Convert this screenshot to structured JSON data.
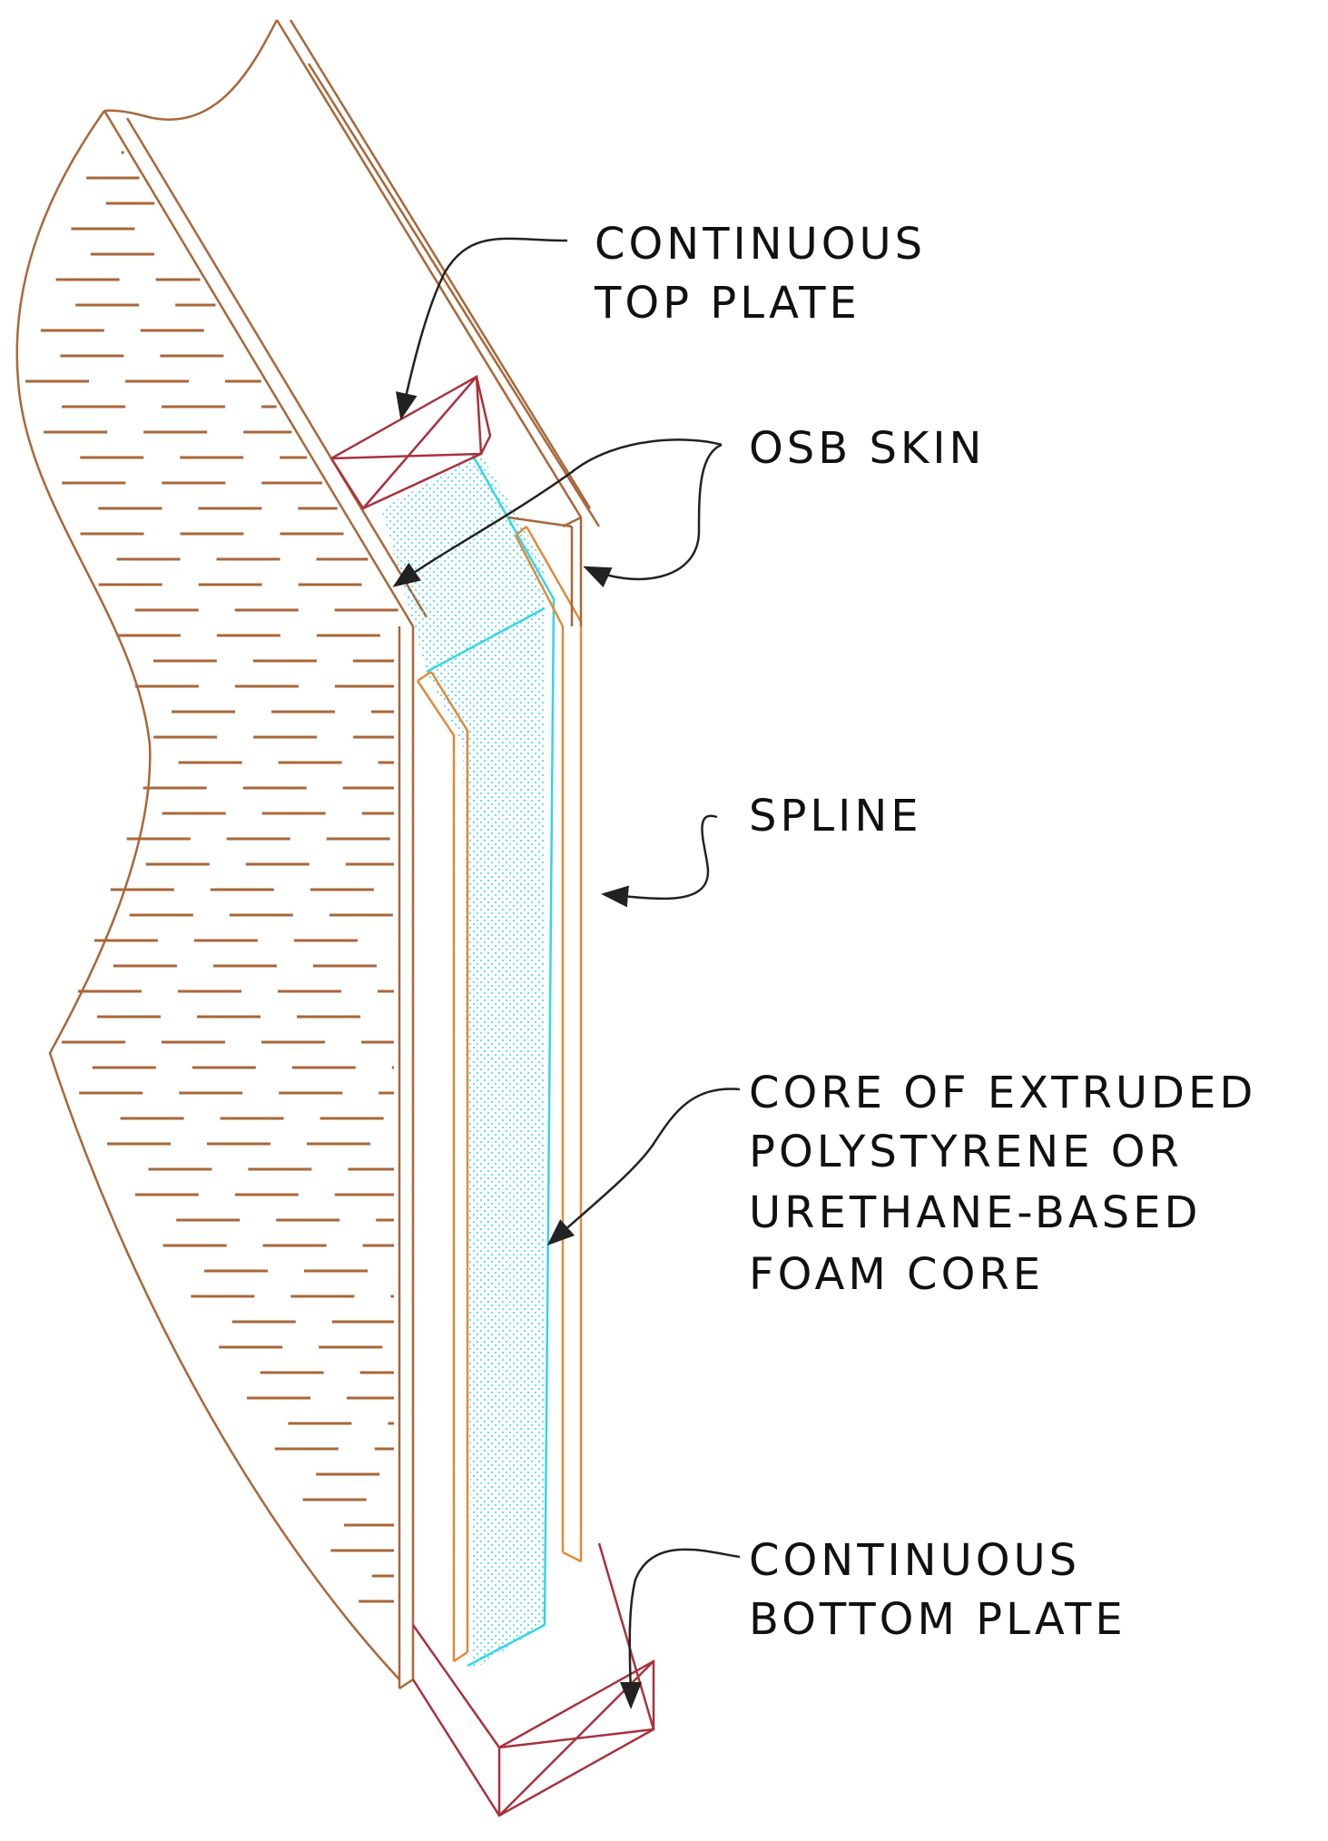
{
  "labels": {
    "top_plate": [
      "CONTINUOUS",
      "TOP PLATE"
    ],
    "osb_skin": [
      "OSB SKIN"
    ],
    "spline": [
      "SPLINE"
    ],
    "core": [
      "CORE OF EXTRUDED",
      "POLYSTYRENE OR",
      "URETHANE-BASED",
      "FOAM CORE"
    ],
    "bottom_plate": [
      "CONTINUOUS",
      "BOTTOM PLATE"
    ]
  },
  "colors": {
    "osb": "#a8673a",
    "spline": "#e08a3a",
    "plate": "#a8323c",
    "foam": "#33d6e6",
    "leader": "#222222",
    "text": "#111111"
  }
}
